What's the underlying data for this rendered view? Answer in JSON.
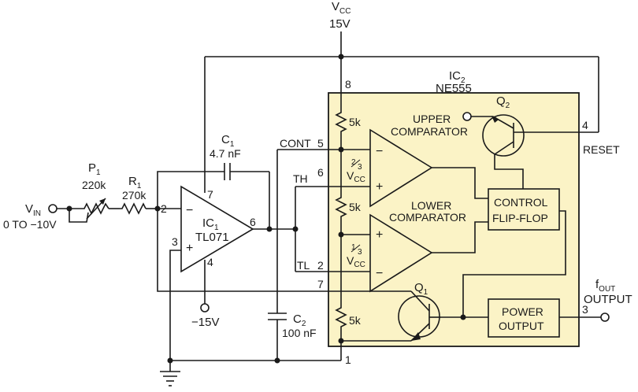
{
  "vcc": {
    "label": "V",
    "sub": "CC",
    "value": "15V"
  },
  "ic2": {
    "name": "IC",
    "sub": "2",
    "part": "NE555"
  },
  "ic1": {
    "name": "IC",
    "sub": "1",
    "part": "TL071"
  },
  "c1": {
    "name": "C",
    "sub": "1",
    "value": "4.7 nF"
  },
  "c2": {
    "name": "C",
    "sub": "2",
    "value": "100 nF"
  },
  "p1": {
    "name": "P",
    "sub": "1",
    "value": "220k"
  },
  "r1": {
    "name": "R",
    "sub": "1",
    "value": "270k"
  },
  "q1": {
    "name": "Q",
    "sub": "1"
  },
  "q2": {
    "name": "Q",
    "sub": "2"
  },
  "vin": {
    "label": "V",
    "sub": "IN",
    "range": "0 TO −10V"
  },
  "neg_supply": "−15V",
  "fout": {
    "label": "f",
    "sub": "OUT",
    "text": "OUTPUT"
  },
  "pins": {
    "p8": "8",
    "p5": "5",
    "p6": "6",
    "p2": "2",
    "p7": "7",
    "p4": "4",
    "p3": "3",
    "p1": "1",
    "op_p2": "2",
    "op_p3": "3",
    "op_p7": "7",
    "op_p6": "6",
    "op_p4": "4"
  },
  "nets": {
    "cont": "CONT",
    "th": "TH",
    "tl": "TL",
    "reset": "RESET"
  },
  "resistors": {
    "r_top": "5k",
    "r_mid": "5k",
    "r_bot": "5k"
  },
  "ref_upper": {
    "num": "2",
    "den": "3",
    "v": "V",
    "sub": "CC"
  },
  "ref_lower": {
    "num": "1",
    "den": "3",
    "v": "V",
    "sub": "CC"
  },
  "blocks": {
    "upper_comp": [
      "UPPER",
      "COMPARATOR"
    ],
    "lower_comp": [
      "LOWER",
      "COMPARATOR"
    ],
    "control": [
      "CONTROL",
      "FLIP-FLOP"
    ],
    "power": [
      "POWER",
      "OUTPUT"
    ]
  },
  "signs": {
    "minus": "−",
    "plus": "+"
  },
  "colors": {
    "chip_fill": "#fbf3c6",
    "wire": "#1a1a1a"
  }
}
